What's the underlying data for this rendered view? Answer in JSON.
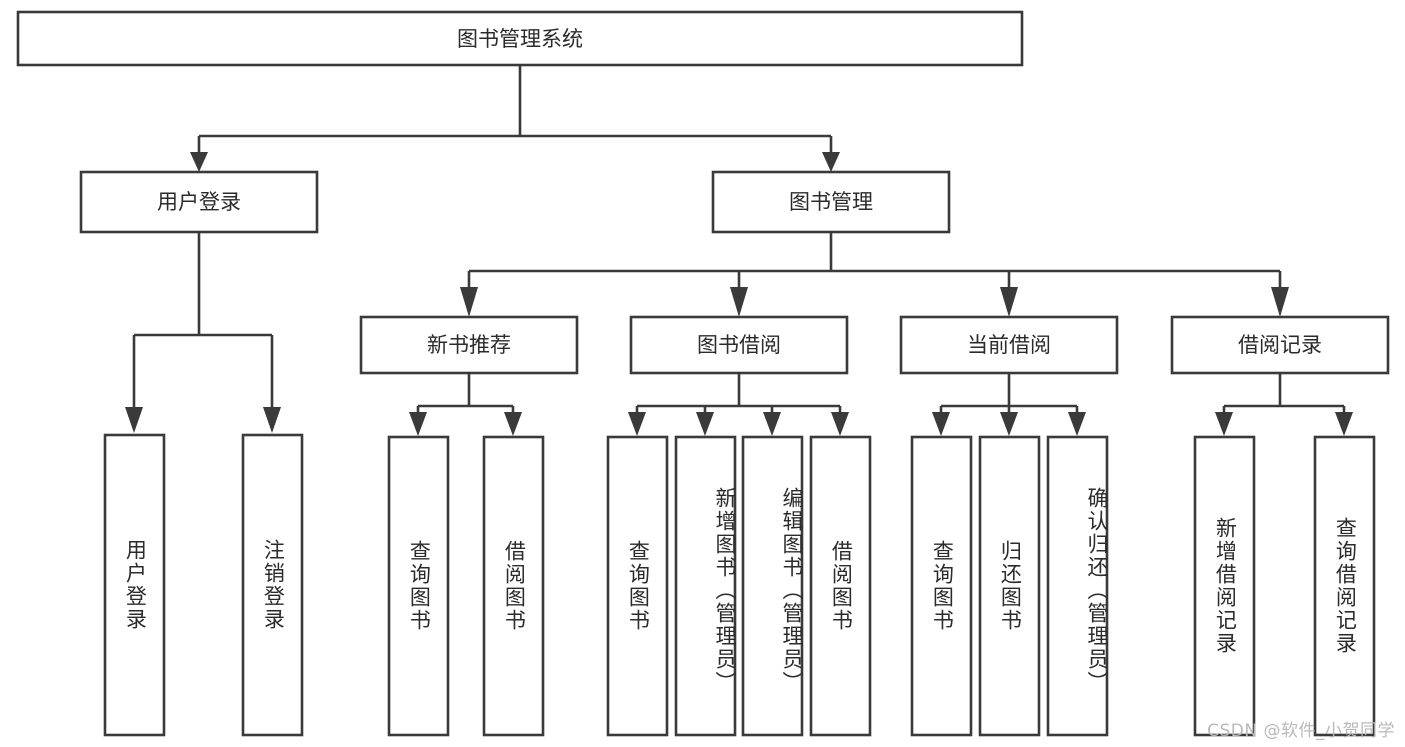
{
  "diagram": {
    "type": "tree-hierarchy",
    "title": "图书管理系统",
    "orientation": "top-down",
    "colors": {
      "box_stroke": "#3a3a3a",
      "box_fill": "#ffffff",
      "text": "#2b2b2b",
      "background": "#ffffff",
      "watermark": "#b9b9b9"
    },
    "root": {
      "label": "图书管理系统"
    },
    "level2": [
      {
        "label": "用户登录"
      },
      {
        "label": "图书管理"
      }
    ],
    "level3": [
      {
        "label": "新书推荐"
      },
      {
        "label": "图书借阅"
      },
      {
        "label": "当前借阅"
      },
      {
        "label": "借阅记录"
      }
    ],
    "leaves": {
      "user_login": [
        {
          "label": "用户登录"
        },
        {
          "label": "注销登录"
        }
      ],
      "new_book": [
        {
          "label": "查询图书"
        },
        {
          "label": "借阅图书"
        }
      ],
      "book_borrow": [
        {
          "label": "查询图书"
        },
        {
          "label": "新增图书（管理员）"
        },
        {
          "label": "编辑图书（管理员）"
        },
        {
          "label": "借阅图书"
        }
      ],
      "current_borrow": [
        {
          "label": "查询图书"
        },
        {
          "label": "归还图书"
        },
        {
          "label": "确认归还（管理员）"
        }
      ],
      "borrow_record": [
        {
          "label": "新增借阅记录"
        },
        {
          "label": "查询借阅记录"
        }
      ]
    }
  },
  "watermark": {
    "text": "CSDN @软件_小贺同学"
  }
}
